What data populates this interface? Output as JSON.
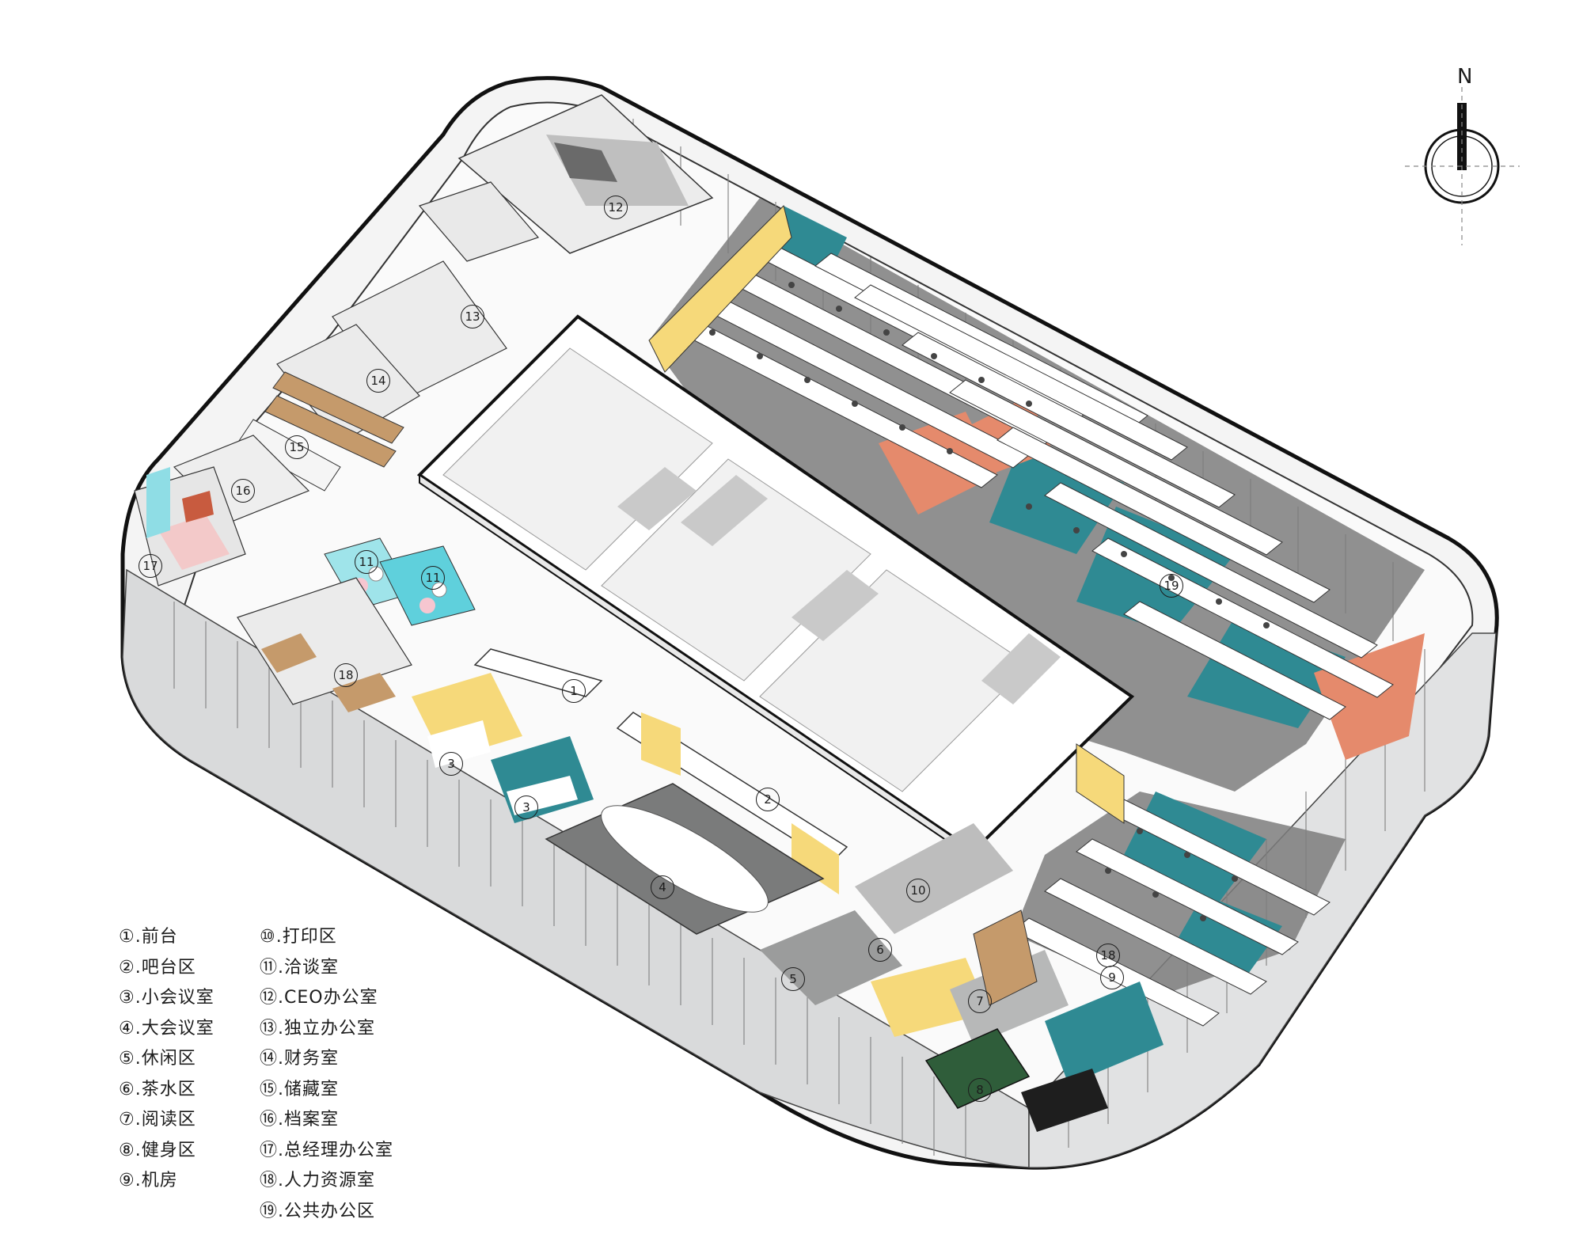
{
  "compass": {
    "label": "N"
  },
  "legend_left": [
    {
      "num": "①",
      "text": ".前台"
    },
    {
      "num": "②",
      "text": ".吧台区"
    },
    {
      "num": "③",
      "text": ".小会议室"
    },
    {
      "num": "④",
      "text": ".大会议室"
    },
    {
      "num": "⑤",
      "text": ".休闲区"
    },
    {
      "num": "⑥",
      "text": ".茶水区"
    },
    {
      "num": "⑦",
      "text": ".阅读区"
    },
    {
      "num": "⑧",
      "text": ".健身区"
    },
    {
      "num": "⑨",
      "text": ".机房"
    }
  ],
  "legend_right": [
    {
      "num": "⑩",
      "text": ".打印区"
    },
    {
      "num": "⑪",
      "text": ".洽谈室"
    },
    {
      "num": "⑫",
      "text": ".CEO办公室"
    },
    {
      "num": "⑬",
      "text": ".独立办公室"
    },
    {
      "num": "⑭",
      "text": ".财务室"
    },
    {
      "num": "⑮",
      "text": ".储藏室"
    },
    {
      "num": "⑯",
      "text": ".档案室"
    },
    {
      "num": "⑰",
      "text": ".总经理办公室"
    },
    {
      "num": "⑱",
      "text": ".人力资源室"
    },
    {
      "num": "⑲",
      "text": ".公共办公区"
    }
  ],
  "markers": [
    "1",
    "2",
    "3",
    "3",
    "4",
    "5",
    "6",
    "7",
    "8",
    "9",
    "10",
    "11",
    "11",
    "12",
    "13",
    "14",
    "15",
    "16",
    "17",
    "18",
    "18",
    "19"
  ],
  "colors": {
    "teal": "#2f8a93",
    "salmon": "#e58a6c",
    "yellow": "#f6d97a",
    "gray_floor": "#7c7d7d",
    "light_blue": "#5fd0dc"
  }
}
